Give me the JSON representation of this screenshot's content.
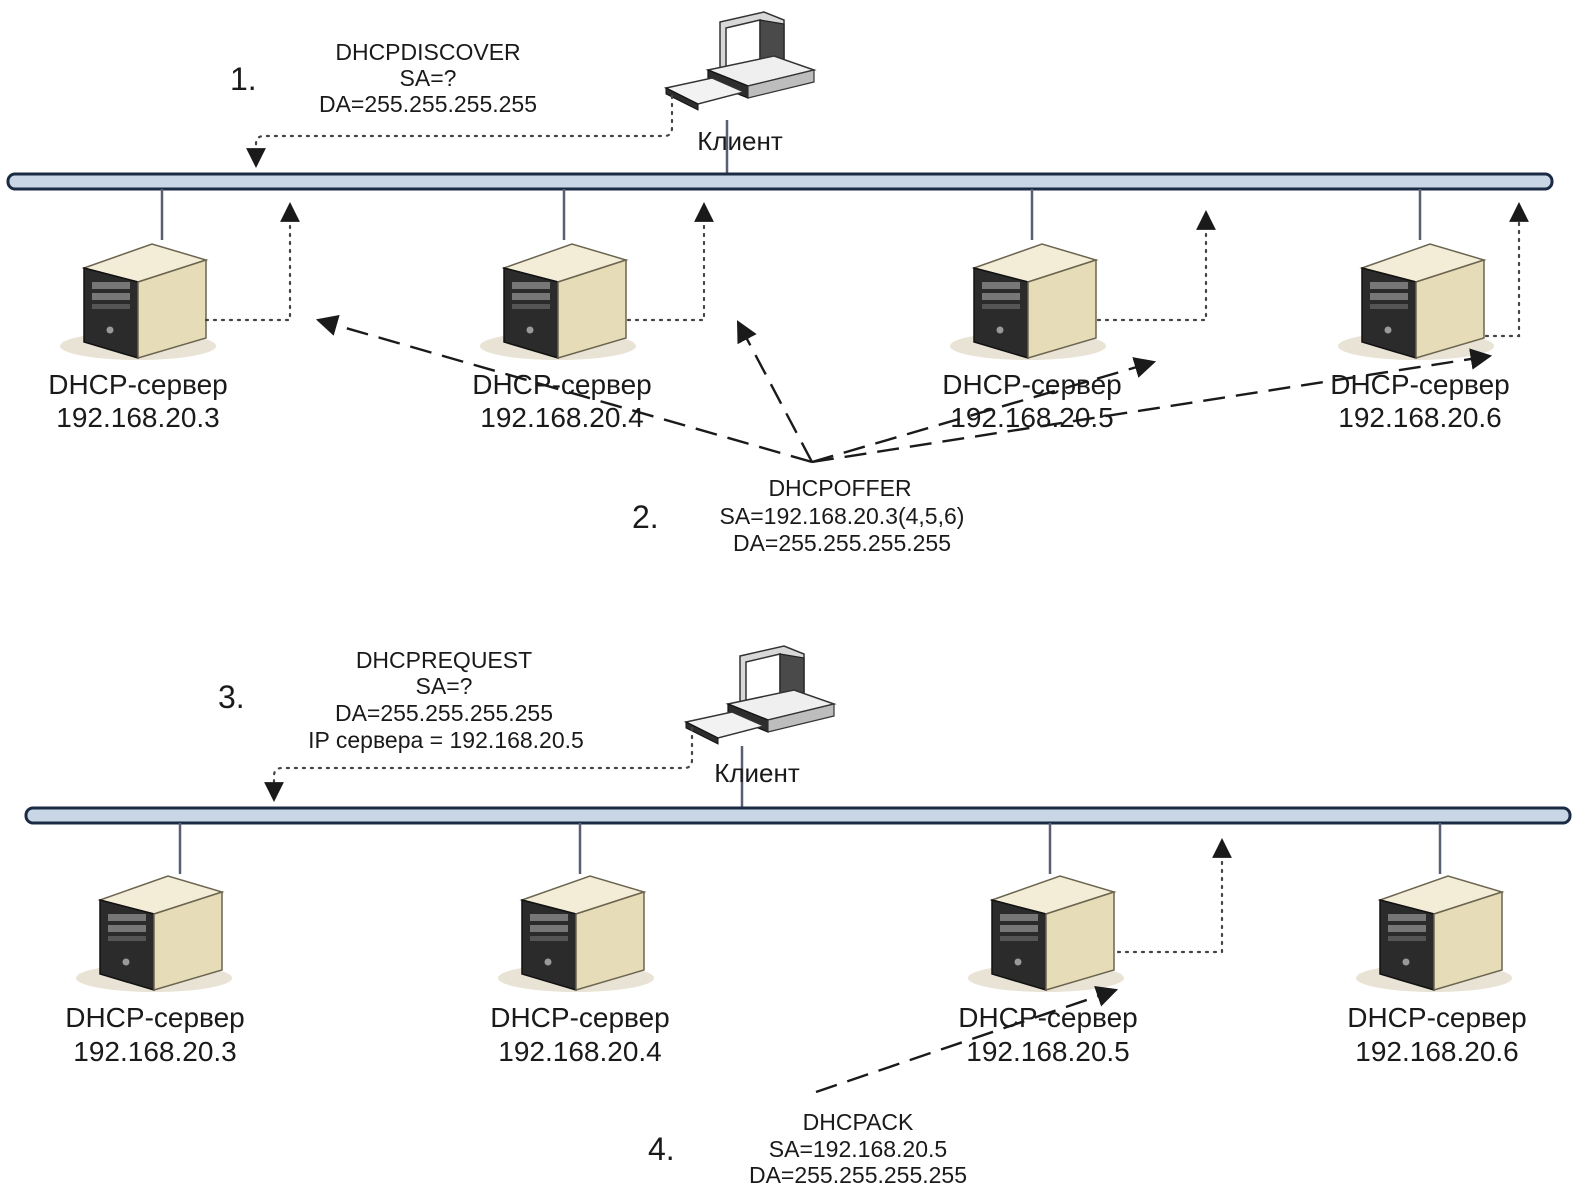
{
  "step1": {
    "number": "1.",
    "message": "DHCPDISCOVER",
    "sa": "SA=?",
    "da": "DA=255.255.255.255"
  },
  "step2": {
    "number": "2.",
    "message": "DHCPOFFER",
    "sa": "SA=192.168.20.3(4,5,6)",
    "da": "DA=255.255.255.255"
  },
  "step3": {
    "number": "3.",
    "message": "DHCPREQUEST",
    "sa": "SA=?",
    "da": "DA=255.255.255.255",
    "server_ip": "IP сервера = 192.168.20.5"
  },
  "step4": {
    "number": "4.",
    "message": "DHCPACK",
    "sa": "SA=192.168.20.5",
    "da": "DA=255.255.255.255"
  },
  "client_label": "Клиент",
  "servers": [
    {
      "name": "DHCP-сервер",
      "ip": "192.168.20.3"
    },
    {
      "name": "DHCP-сервер",
      "ip": "192.168.20.4"
    },
    {
      "name": "DHCP-сервер",
      "ip": "192.168.20.5"
    },
    {
      "name": "DHCP-сервер",
      "ip": "192.168.20.6"
    }
  ],
  "icons": {
    "client": "desktop-computer-icon",
    "server": "tower-server-icon"
  },
  "colors": {
    "bus_fill": "#c9d6e6",
    "bus_stroke": "#1c2b44",
    "server_case": "#ece2c3",
    "server_front": "#2a2a2a"
  }
}
